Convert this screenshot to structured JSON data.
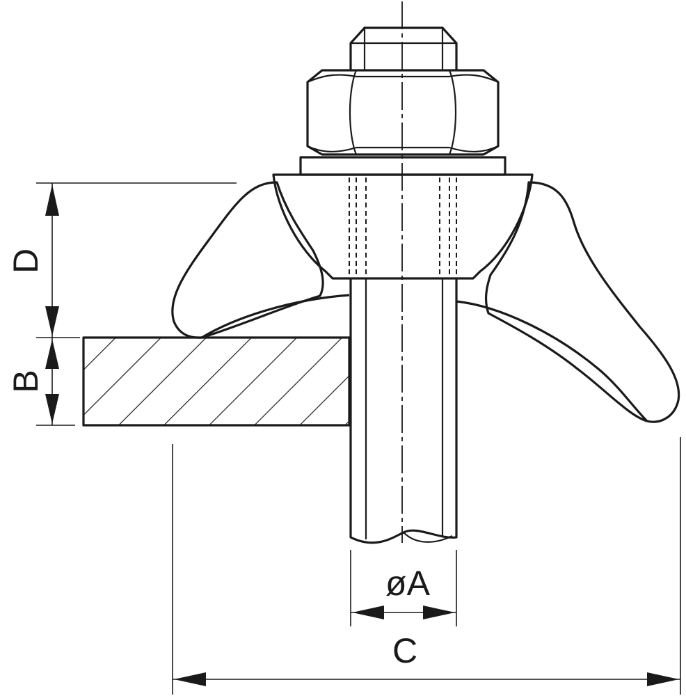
{
  "dimensions": {
    "diameter": "øA",
    "thickness": "B",
    "width": "C",
    "height": "D"
  },
  "colors": {
    "line": "#1a1a1a",
    "background": "#ffffff"
  }
}
